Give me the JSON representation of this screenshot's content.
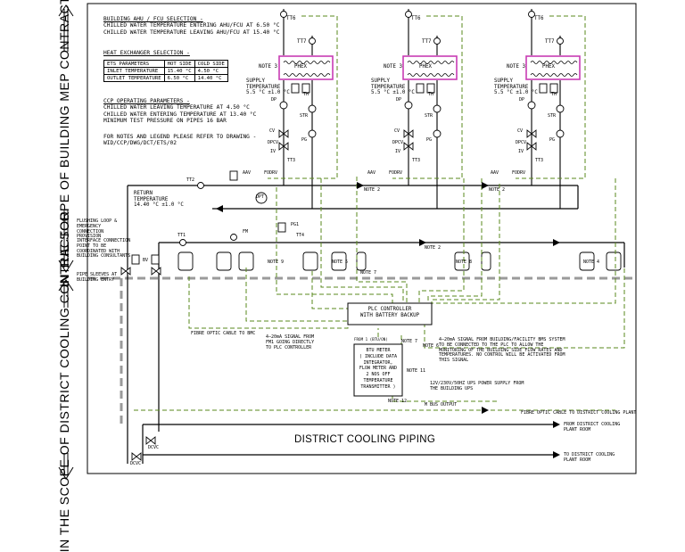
{
  "side_labels": {
    "building": "IN THE SCOPE OF BUILDING MEP CONTRACTOR",
    "district": "IN THE SCOPE OF DISTRICT COOLING CONTRACTOR"
  },
  "notes": {
    "ahu_title": "BUILDING AHU / FCU SELECTION -",
    "ahu_line1": "CHILLED WATER TEMPERATURE ENTERING AHU/FCU AT 6.50 °C",
    "ahu_line2": "CHILLED WATER TEMPERATURE LEAVING AHU/FCU AT 15.40 °C",
    "hx_title": "HEAT EXCHANGER SELECTION -",
    "eta_table": {
      "headers": [
        "ETS PARAMETERS",
        "HOT SIDE",
        "COLD SIDE"
      ],
      "rows": [
        [
          "INLET TEMPERATURE",
          "15.40 °C",
          "4.50 °C"
        ],
        [
          "OUTLET TEMPERATURE",
          "6.50 °C",
          "14.40 °C"
        ]
      ]
    },
    "ccp_title": "CCP OPERATING PARAMETERS -",
    "ccp_line1": "CHILLED WATER LEAVING TEMPERATURE AT 4.50 °C",
    "ccp_line2": "CHILLED WATER ENTERING TEMPERATURE AT 13.40 °C",
    "ccp_line3": "MINIMUM TEST PRESSURE ON PIPES 16 BAR",
    "ref_line1": "FOR NOTES AND LEGEND PLEASE REFER TO DRAWING -",
    "ref_line2": "WID/CCP/DWG/DCT/ETS/02"
  },
  "hx_units": [
    {
      "phex": "PHEX",
      "note": "NOTE 3",
      "supply": "SUPPLY",
      "supply_label": "TEMPERATURE",
      "supply_temp": "5.5 °C ±1.0 °C",
      "tt6": "TT6",
      "tt7": "TT7"
    },
    {
      "phex": "PHEX",
      "note": "NOTE 3",
      "supply": "SUPPLY",
      "supply_label": "TEMPERATURE",
      "supply_temp": "5.5 °C ±1.0 °C",
      "tt6": "TT6",
      "tt7": "TT7"
    },
    {
      "phex": "PHEX",
      "note": "NOTE 3",
      "supply": "SUPPLY",
      "supply_label": "TEMPERATURE",
      "supply_temp": "5.5 °C ±1.0 °C",
      "tt6": "TT6",
      "tt7": "TT7"
    }
  ],
  "instrument_tags": [
    "DP",
    "STR",
    "CV",
    "DPCV",
    "IV",
    "TT3",
    "FODRV",
    "AAV",
    "PG",
    "TH",
    "DPT",
    "FM",
    "BV",
    "DCV",
    "TT1",
    "TT2",
    "TT4",
    "PG1"
  ],
  "labels": {
    "return_temp_title": "RETURN",
    "return_temp_label": "TEMPERATURE",
    "return_temp_value": "14.40 °C ±1.0 °C",
    "flushing": "FLUSHING LOOP & EMERGENCY CONNECTION PROVISION",
    "interface": "INTERFACE CONNECTION POINT TO BE COORDINATED WITH BUILDING CONSULTANTS",
    "sleeves": "PIPE SLEEVES AT BUILDING ENTRY",
    "note2": "NOTE 2",
    "note4": "NOTE 4",
    "note5": "NOTE 5",
    "note6": "NOTE 6",
    "note7": "NOTE 7",
    "note8": "NOTE 8",
    "note9": "NOTE 9",
    "note11": "NOTE 11",
    "note12": "NOTE 12",
    "fibre_to_bmc": "FIBRE OPTIC CABLE TO BMC",
    "signal_fm": "4–20mA SIGNAL FROM FM1 GOING DIRECTLY TO PLC CONTROLLER",
    "signal_bms": "4–20mA SIGNAL FROM BUILDING/FACILITY BMS SYSTEM TO BE CONNECTED TO THE PLC TO ALLOW THE MONITORING OF THE BUILDING SIDE FLOW RATES AND TEMPERATURES. NO CONTROL WILL BE ACTIVATED FROM THIS SIGNAL",
    "ups": "12V/230V/50HZ UPS POWER SUPPLY FROM THE BUILDING UPS",
    "mbus": "M BUS OUTPUT",
    "fibre_to_plant": "FIBRE OPTIC CABLE TO DISTRICT COOLING PLANT",
    "from_plant_1": "FROM DISTRICT COOLING",
    "from_plant_2": "PLANT ROOM",
    "to_plant_1": "TO DISTRICT COOLING",
    "to_plant_2": "PLANT ROOM",
    "dc_piping": "DISTRICT COOLING PIPING",
    "dcvc": "DCVC",
    "btu_head": "FROM 1 (BTU/ON)"
  },
  "plc": {
    "line1": "PLC CONTROLLER",
    "line2": "WITH BATTERY BACKUP"
  },
  "btu": {
    "lines": [
      "BTU METER",
      "( INCLUDE DATA",
      "INTEGRATOR,",
      "FLOW METER AND",
      "2 NOS OFF",
      "TEMPERATURE",
      "TRANSMITTER )"
    ]
  },
  "colors": {
    "line": "#000000",
    "signal": "#5a8a1e",
    "phex": "#c83cb4",
    "boundary": "#9a9a9a"
  }
}
